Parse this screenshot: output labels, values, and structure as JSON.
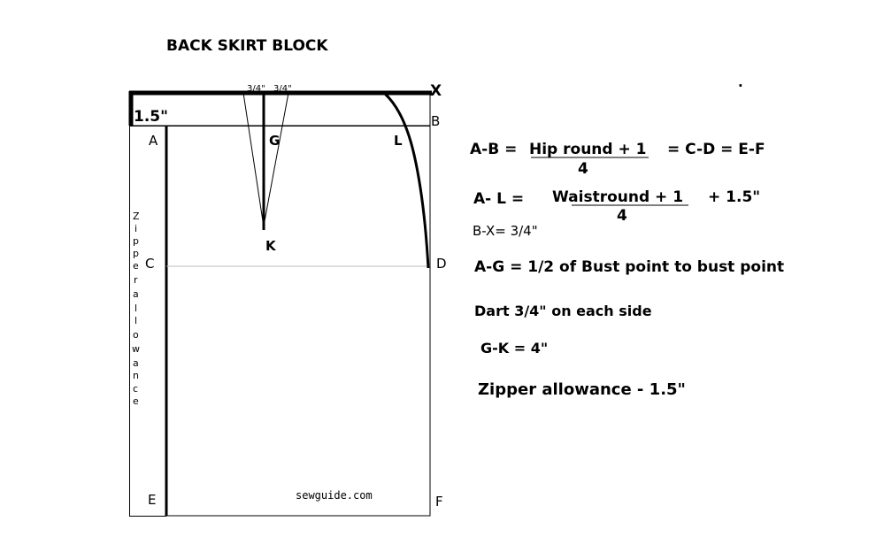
{
  "title": "BACK  SKIRT BLOCK",
  "points": {
    "X": "X",
    "B": "B",
    "A": "A",
    "G": "G",
    "L": "L",
    "K": "K",
    "C": "C",
    "D": "D",
    "E": "E",
    "F": "F"
  },
  "dart_left": "3/4\"",
  "dart_right": "3/4\"",
  "waistband": "1.5\"",
  "zipper_letters": [
    "Z",
    "i",
    "p",
    "p",
    "e",
    "r",
    "a",
    "l",
    "l",
    "o",
    "w",
    "a",
    "n",
    "c",
    "e"
  ],
  "watermark": "sewguide.com",
  "dot": ".",
  "formulas": {
    "ab_lhs": "A-B = ",
    "ab_num": "Hip round + 1",
    "ab_den": "4",
    "ab_rhs": "= C-D = E-F",
    "al_lhs": "A- L = ",
    "al_num": "Waistround + 1",
    "al_den": "4",
    "al_rhs": "+ 1.5\"",
    "bx": "B-X= 3/4\"",
    "ag": "A-G = 1/2 of Bust point to bust point",
    "dart": "Dart 3/4\" on each side",
    "gk": "G-K = 4\"",
    "zipper": "Zipper allowance  - 1.5\""
  }
}
